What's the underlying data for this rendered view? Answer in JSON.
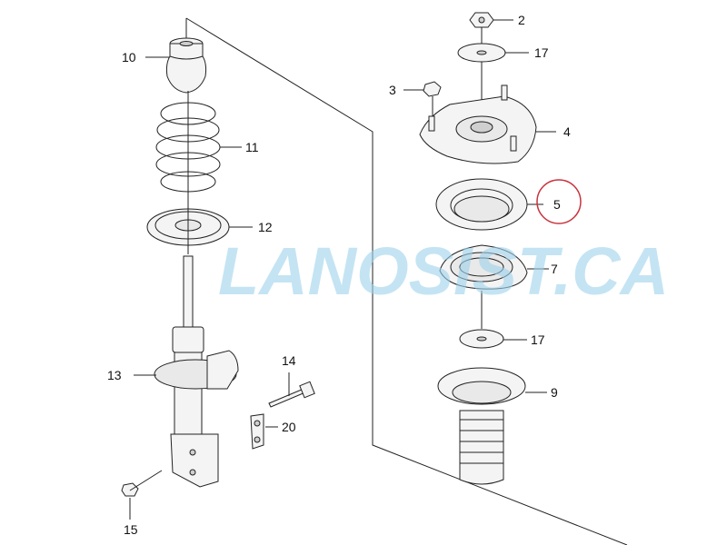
{
  "watermark": "LANOSIST.CA",
  "labels": {
    "l10": "10",
    "l11": "11",
    "l12": "12",
    "l13": "13",
    "l14": "14",
    "l15": "15",
    "l20": "20",
    "l2": "2",
    "l17a": "17",
    "l3": "3",
    "l4": "4",
    "l5": "5",
    "l7": "7",
    "l17b": "17",
    "l9": "9"
  },
  "highlight_color": "#c8323c",
  "watermark_color": "#9ed3ec"
}
